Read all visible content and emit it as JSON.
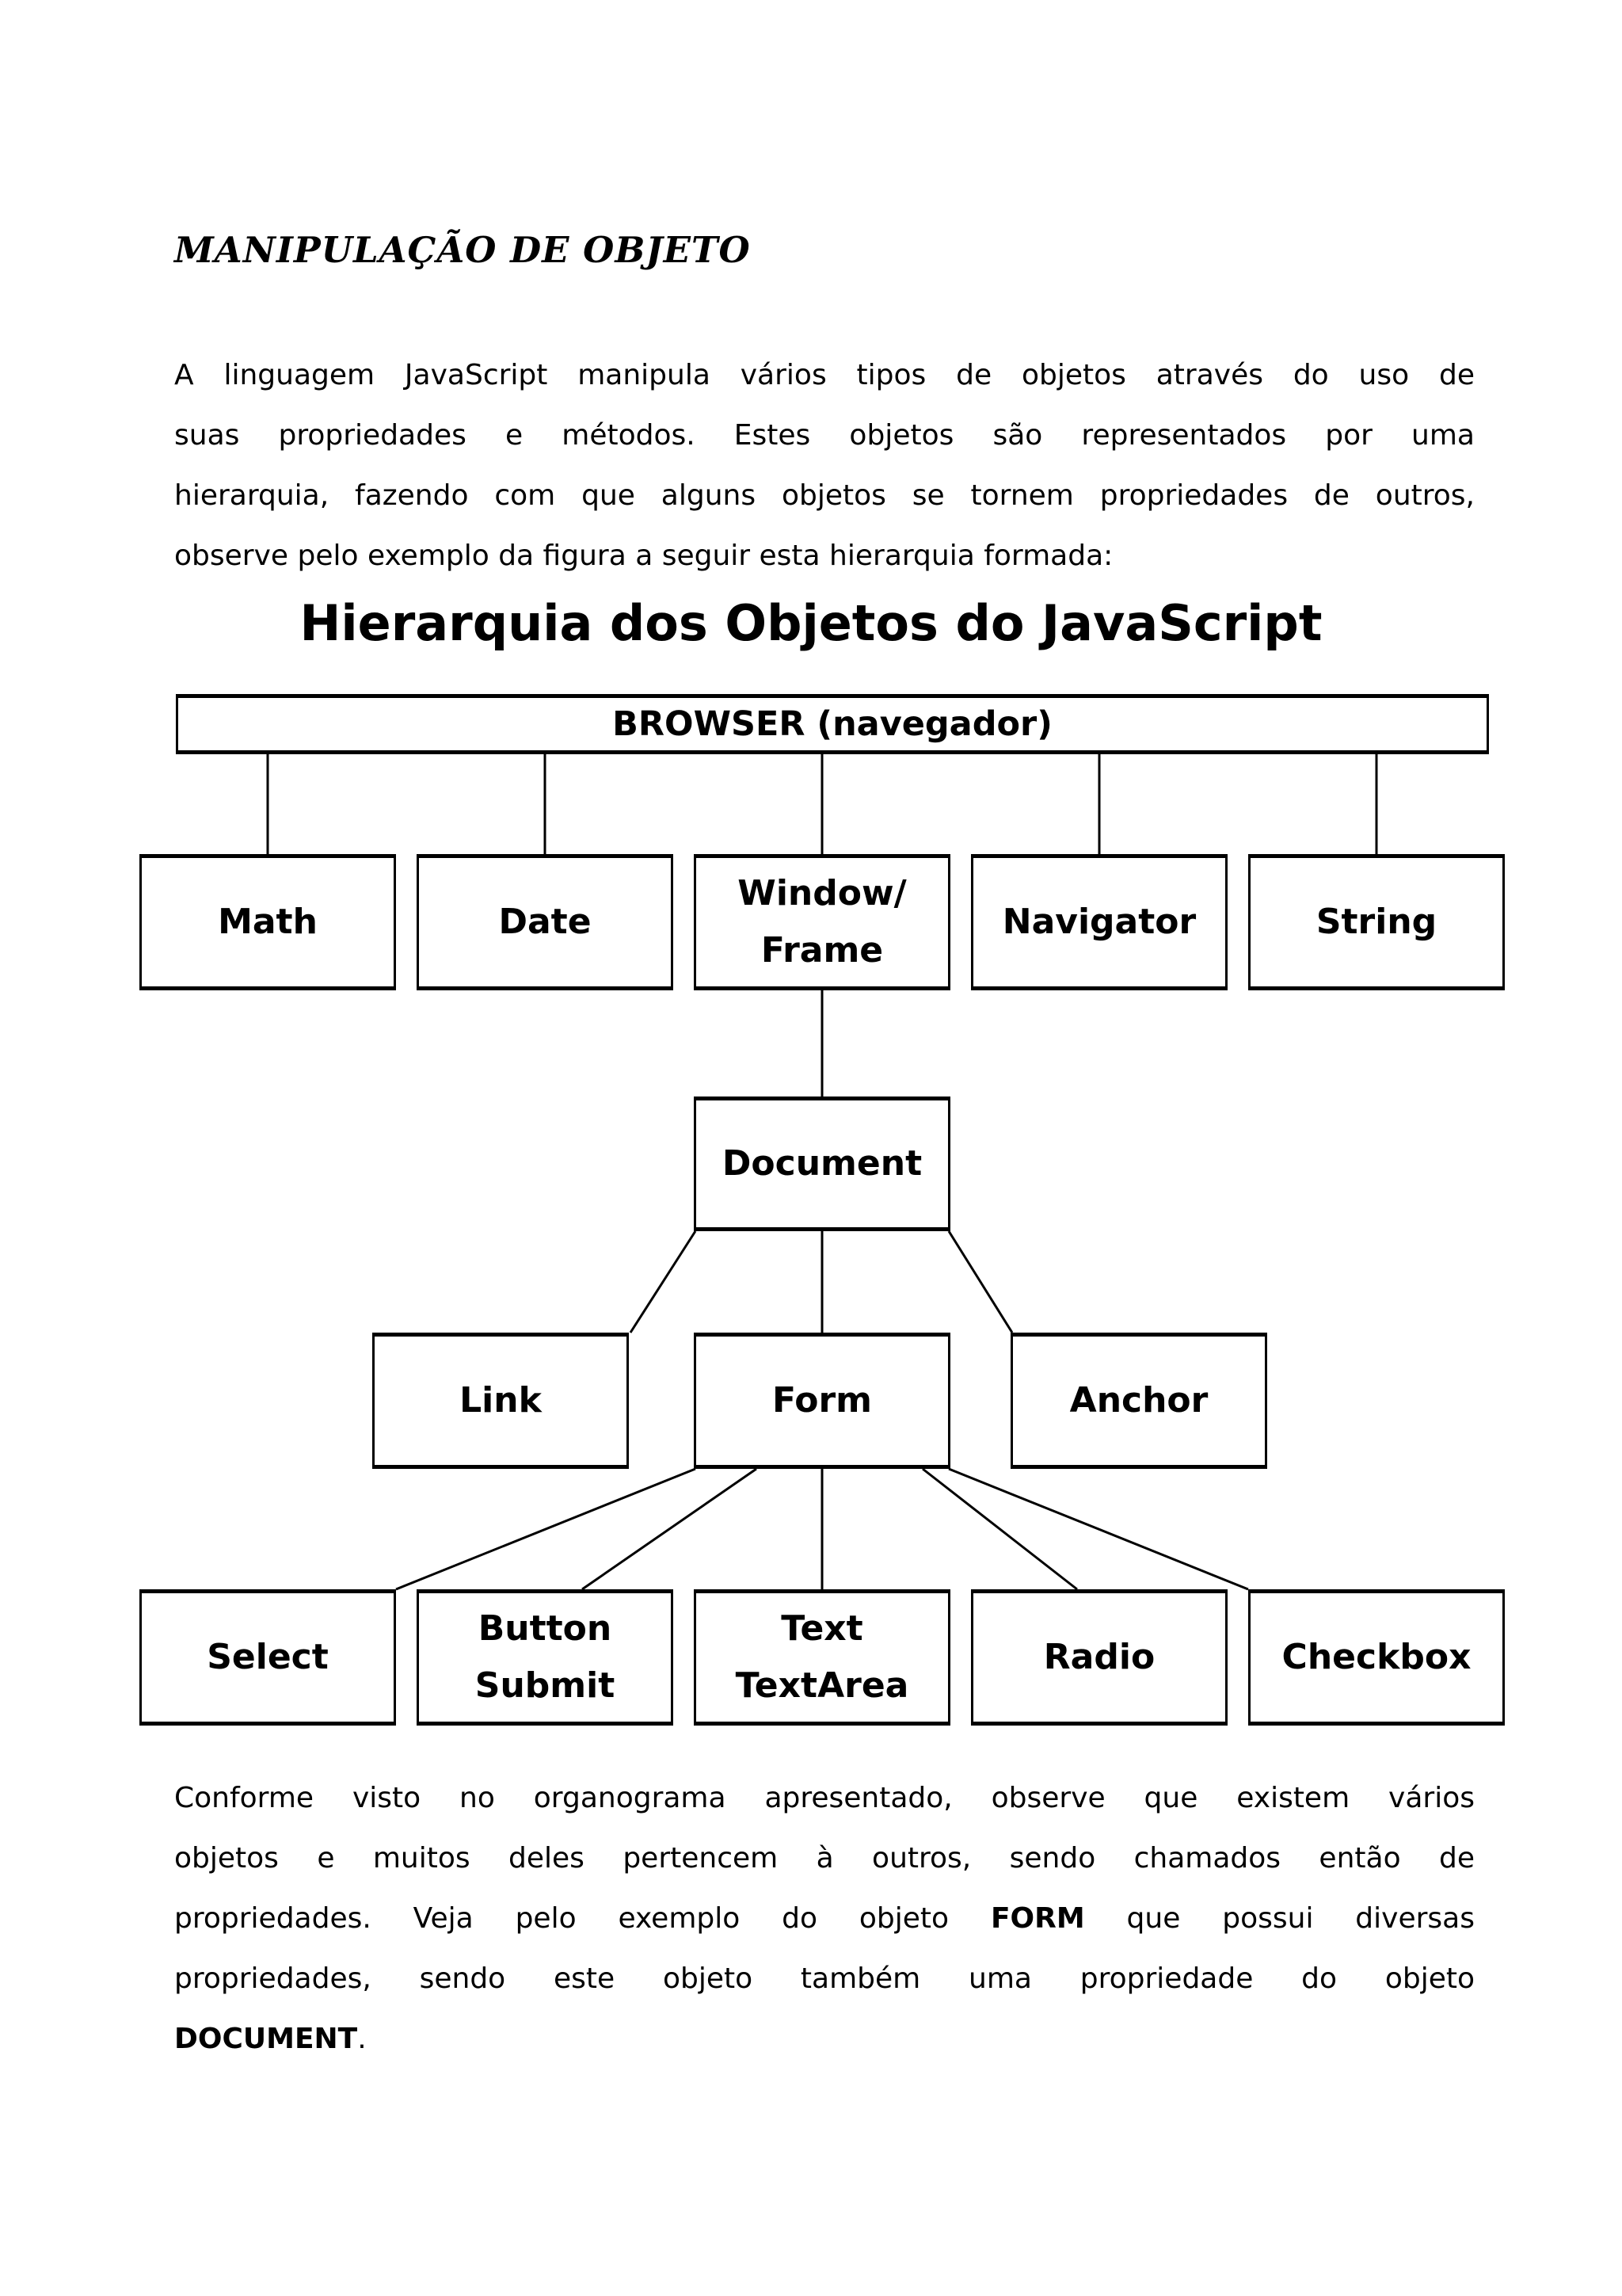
{
  "document": {
    "title": "MANIPULAÇÃO DE OBJETO",
    "intro": {
      "lines": [
        "A linguagem JavaScript manipula vários tipos de objetos através do uso de",
        "suas propriedades e métodos. Estes objetos são representados por uma",
        "hierarquia, fazendo com que alguns objetos se tornem propriedades de outros,",
        "observe pelo exemplo da figura a seguir esta hierarquia formada:"
      ]
    },
    "closing": {
      "line1": "Conforme visto no organograma apresentado, observe que existem vários",
      "line2": "objetos e muitos deles pertencem à outros, sendo chamados então de",
      "line3_pre": "propriedades. Veja pelo exemplo do objeto ",
      "line3_bold": "FORM",
      "line3_post": " que possui diversas",
      "line4": "propriedades, sendo este objeto também uma propriedade do objeto",
      "line5_bold": "DOCUMENT",
      "line5_end": "."
    }
  },
  "diagram": {
    "heading": "Hierarquia dos Objetos do JavaScript",
    "root": {
      "label": "BROWSER (navegador)"
    },
    "level1": [
      {
        "label": "Math"
      },
      {
        "label": "Date"
      },
      {
        "label": "Window/",
        "label2": "Frame"
      },
      {
        "label": "Navigator"
      },
      {
        "label": "String"
      }
    ],
    "level2": [
      {
        "label": "Document"
      }
    ],
    "level3": [
      {
        "label": "Link"
      },
      {
        "label": "Form"
      },
      {
        "label": "Anchor"
      }
    ],
    "level4": [
      {
        "label": "Select"
      },
      {
        "label": "Button",
        "label2": "Submit"
      },
      {
        "label": "Text",
        "label2": "TextArea"
      },
      {
        "label": "Radio"
      },
      {
        "label": "Checkbox"
      }
    ]
  }
}
